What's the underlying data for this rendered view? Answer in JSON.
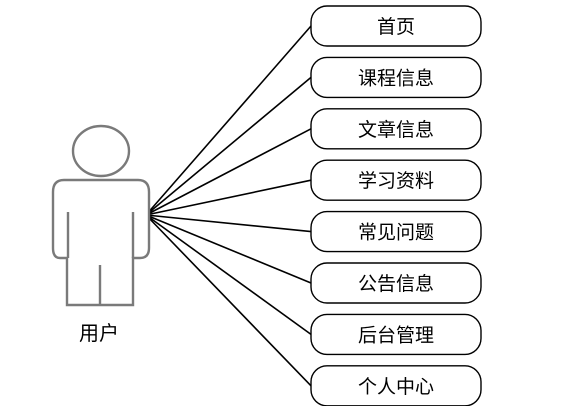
{
  "actor": {
    "label": "用户",
    "icon": "person-outline-icon",
    "stroke_color": "#7a7a7a"
  },
  "use_cases": [
    {
      "label": "首页"
    },
    {
      "label": "课程信息"
    },
    {
      "label": "文章信息"
    },
    {
      "label": "学习资料"
    },
    {
      "label": "常见问题"
    },
    {
      "label": "公告信息"
    },
    {
      "label": "后台管理"
    },
    {
      "label": "个人中心"
    }
  ],
  "line_color": "#000000"
}
